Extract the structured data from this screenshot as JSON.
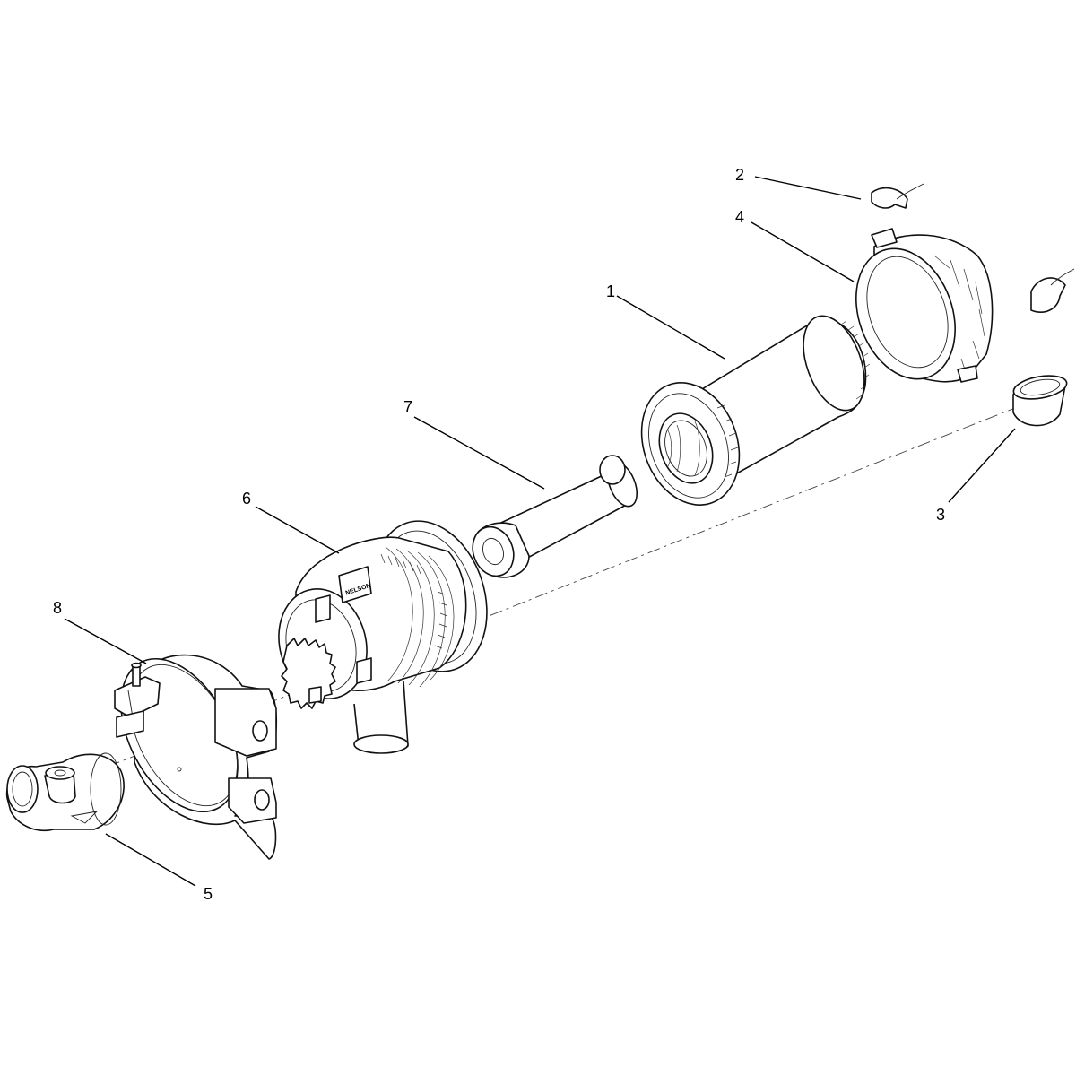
{
  "callouts": {
    "c1": "1",
    "c2": "2",
    "c3": "3",
    "c4": "4",
    "c5": "5",
    "c6": "6",
    "c7": "7",
    "c8": "8"
  },
  "housing_label": "NELSON",
  "colors": {
    "line": "#111111",
    "background": "#ffffff"
  }
}
